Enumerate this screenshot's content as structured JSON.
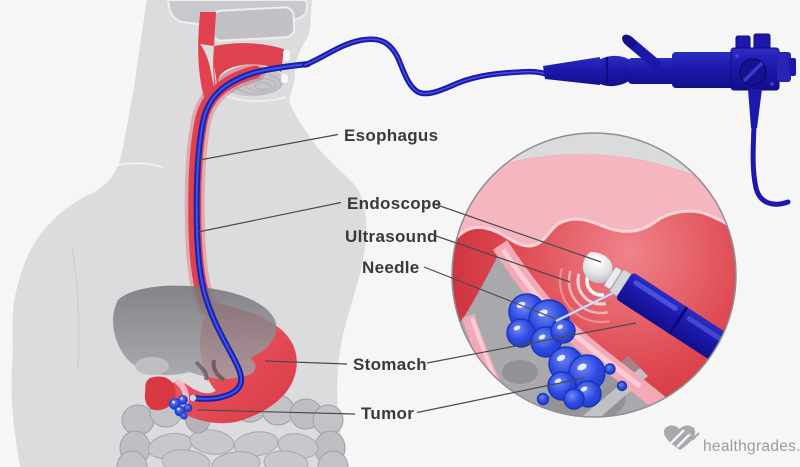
{
  "labels": {
    "esophagus": "Esophagus",
    "endoscope": "Endoscope",
    "ultrasound": "Ultrasound",
    "needle": "Needle",
    "stomach": "Stomach",
    "tumor": "Tumor"
  },
  "logo": {
    "text": "healthgrades."
  },
  "icons": {
    "logo_mark": "heart-icon",
    "inset_waves": "ultrasound-waves-icon"
  },
  "colors": {
    "background": "#f6f6f7",
    "body_gray": "#dcdcdf",
    "anatomy_red": "#e0434f",
    "inset_red_dark": "#c72a35",
    "inset_red_light": "#f0838b",
    "wall_pink": "#f4aab8",
    "wall_pink_light": "#fbd9de",
    "endoscope_navy": "#1c18ac",
    "endoscope_core_blue": "#3d55e6",
    "tumor_blue": "#2d49e0",
    "pancreas_gray": "#a8a8ad",
    "label_text": "#3a3a3c",
    "leader_line": "#4b4b4f",
    "logo_gray": "#9b9ba1"
  }
}
